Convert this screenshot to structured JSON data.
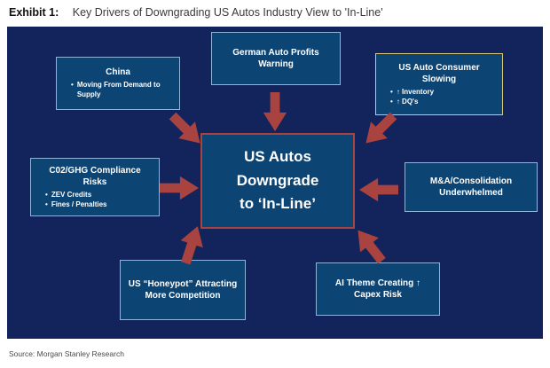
{
  "header": {
    "exhibit_label": "Exhibit 1:",
    "title": "Key Drivers of Downgrading US Autos Industry View to 'In-Line'"
  },
  "diagram": {
    "center": {
      "lines": [
        "US Autos",
        "Downgrade",
        "to ‘In-Line’"
      ]
    },
    "boxes": {
      "german": {
        "title": "German Auto Profits Warning"
      },
      "china": {
        "title": "China",
        "bullets": [
          "Moving From Demand to Supply"
        ]
      },
      "consumer": {
        "title": "US Auto Consumer Slowing",
        "bullets": [
          "↑ Inventory",
          "↑ DQ's"
        ]
      },
      "compliance": {
        "title": "C02/GHG Compliance Risks",
        "bullets": [
          "ZEV Credits",
          "Fines / Penalties"
        ]
      },
      "ma": {
        "title": "M&A/Consolidation Underwhelmed"
      },
      "honeypot": {
        "title": "US “Honeypot” Attracting More Competition"
      },
      "ai": {
        "title": "AI Theme Creating ↑ Capex Risk"
      }
    }
  },
  "footer": {
    "source": "Source: Morgan Stanley Research"
  },
  "colors": {
    "bg-navy": "#13235c",
    "box-blue": "#0c4474",
    "border-light": "#8fb3d9",
    "border-yellow": "#d9c97e",
    "accent-red": "#a84340"
  }
}
